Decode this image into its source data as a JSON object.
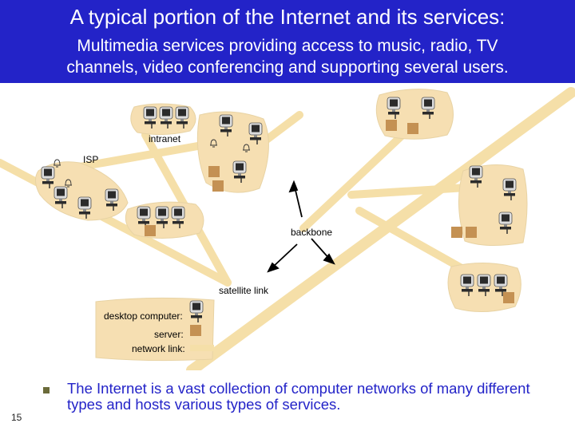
{
  "slide": {
    "title": "A typical portion of the Internet and its services:",
    "subtitle_line1": "Multimedia services providing access to music, radio, TV",
    "subtitle_line2": "channels, video conferencing and supporting several users.",
    "body_text": "The Internet is a vast collection of computer networks of many different types and hosts various types of services.",
    "slide_number": "15"
  },
  "diagram": {
    "labels": {
      "intranet": "intranet",
      "isp": "ISP",
      "backbone": "backbone",
      "satellite_link": "satellite link"
    },
    "legend": {
      "desktop": "desktop computer:",
      "server": "server:",
      "link": "network link:"
    },
    "colors": {
      "blob": "#f6dfb2",
      "blob_outline": "#e8d3a4",
      "link": "#f5dfa8",
      "server": "#c49153",
      "computer_light": "#dedede",
      "computer_dark": "#2b2b2b",
      "header_bg": "#2323c8",
      "text_blue": "#2323c8"
    }
  }
}
